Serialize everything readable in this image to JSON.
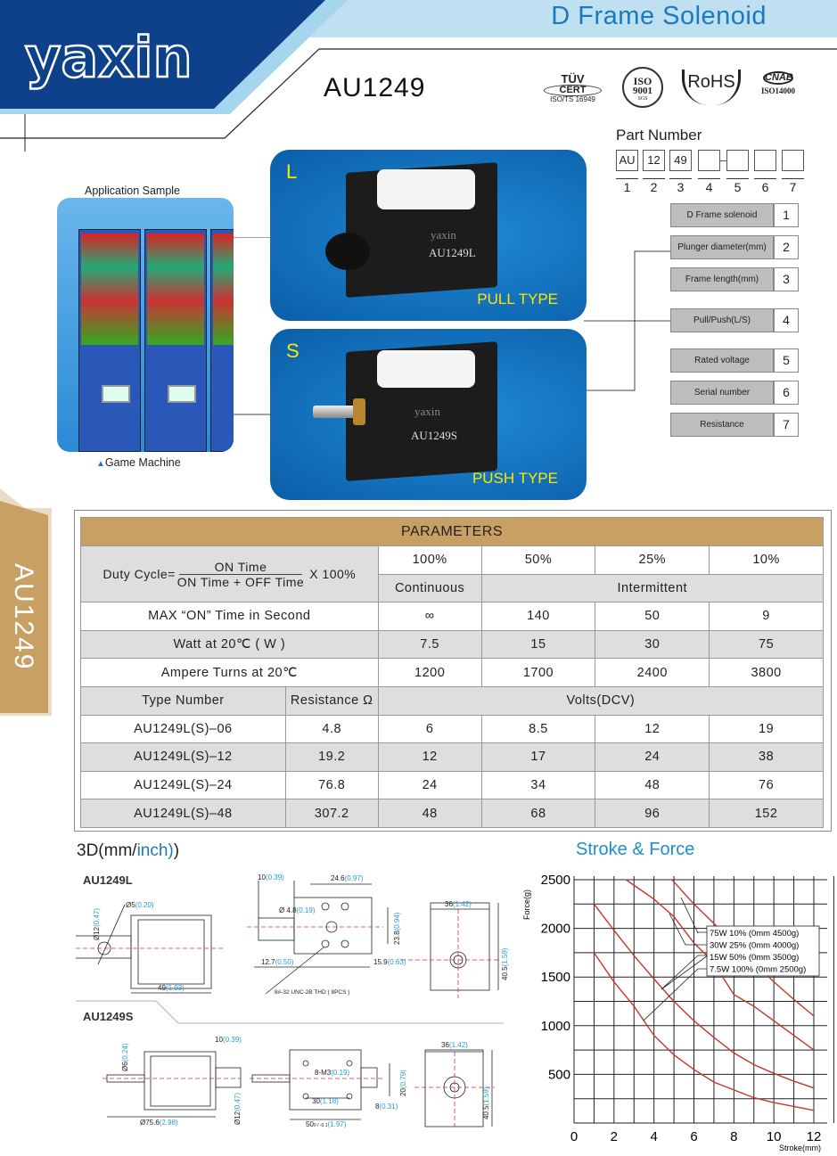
{
  "header": {
    "brand": "yaxin",
    "title": "D Frame Solenoid",
    "model": "AU1249",
    "side_tab": "AU1249",
    "certs": [
      {
        "name": "TÜV",
        "sub": "CERT",
        "caption": "ISO/TS 16949"
      },
      {
        "name": "ISO",
        "sub": "9001",
        "caption": "SGS"
      },
      {
        "name": "RoHS"
      },
      {
        "name": "CNAB",
        "caption": "ISO14000"
      }
    ]
  },
  "part_number": {
    "title": "Part Number",
    "boxes": [
      "AU",
      "12",
      "49",
      "",
      "",
      "",
      ""
    ],
    "positions": [
      "1",
      "2",
      "3",
      "4",
      "5",
      "6",
      "7"
    ],
    "legend": [
      {
        "label": "D Frame solenoid",
        "num": "1"
      },
      {
        "label": "Plunger diameter(mm)",
        "num": "2"
      },
      {
        "label": "Frame length(mm)",
        "num": "3"
      },
      {
        "label": "Pull/Push(L/S)",
        "num": "4"
      },
      {
        "label": "Rated voltage",
        "num": "5"
      },
      {
        "label": "Serial number",
        "num": "6"
      },
      {
        "label": "Resistance",
        "num": "7"
      }
    ]
  },
  "application": {
    "title": "Application Sample",
    "caption": "Game Machine"
  },
  "products": [
    {
      "letter": "L",
      "type": "PULL TYPE",
      "brand": "yaxin",
      "model": "AU1249L"
    },
    {
      "letter": "S",
      "type": "PUSH TYPE",
      "brand": "yaxin",
      "model": "AU1249S"
    }
  ],
  "parameters": {
    "title": "PARAMETERS",
    "duty_label": "Duty Cycle=",
    "duty_num": "ON Time",
    "duty_den": "ON Time + OFF Time",
    "duty_mult": "X 100%",
    "duty_values": [
      "100%",
      "50%",
      "25%",
      "10%"
    ],
    "modes": [
      "Continuous",
      "Intermittent"
    ],
    "rows": [
      {
        "label": "MAX “ON” Time in Second",
        "values": [
          "∞",
          "140",
          "50",
          "9"
        ]
      },
      {
        "label": "Watt at 20℃ ( W )",
        "values": [
          "7.5",
          "15",
          "30",
          "75"
        ]
      },
      {
        "label": "Ampere Turns at 20℃",
        "values": [
          "1200",
          "1700",
          "2400",
          "3800"
        ]
      }
    ],
    "type_header": "Type Number",
    "res_header": "Resistance Ω",
    "volts_header": "Volts(DCV)",
    "types": [
      {
        "type": "AU1249L(S)–06",
        "res": "4.8",
        "volts": [
          "6",
          "8.5",
          "12",
          "19"
        ]
      },
      {
        "type": "AU1249L(S)–12",
        "res": "19.2",
        "volts": [
          "12",
          "17",
          "24",
          "38"
        ]
      },
      {
        "type": "AU1249L(S)–24",
        "res": "76.8",
        "volts": [
          "24",
          "34",
          "48",
          "76"
        ]
      },
      {
        "type": "AU1249L(S)–48",
        "res": "307.2",
        "volts": [
          "48",
          "68",
          "96",
          "152"
        ]
      }
    ]
  },
  "drawings": {
    "title_a": "3D(mm/",
    "title_b": "inch)",
    "l_title": "AU1249L",
    "s_title": "AU1249S",
    "l": {
      "d12": "Ø12",
      "d12i": "(0.47)",
      "d5": "Ø5",
      "d5i": "(0.20)",
      "len": "49",
      "leni": "(1.93)",
      "ten": "10",
      "teni": "(0.39)",
      "w24": "24.6",
      "w24i": "(0.97)",
      "d48": "Ø 4.8",
      "d48i": "(0.19)",
      "h23": "23.8",
      "h23i": "(0.94)",
      "x12": "12.7",
      "x12i": "(0.50)",
      "x15": "15.9",
      "x15i": "(0.63)",
      "thd": "8#-32 UNC-2B  THD  ( 8PCS )",
      "w36": "36",
      "w36i": "(1.42)",
      "h40": "40.5",
      "h40i": "(1.59)"
    },
    "s": {
      "d6": "Ø6",
      "d6i": "(0.24)",
      "ten": "10",
      "teni": "(0.39)",
      "d12": "Ø12",
      "d12i": "(0.47)",
      "d75": "Ø75.6",
      "d75i": "(2.98)",
      "m3": "8-M3",
      "m3i": "(0.19)",
      "h20": "20",
      "h20i": "(0.79)",
      "w30": "30",
      "w30i": "(1.18)",
      "e8": "8",
      "e8i": "(0.31)",
      "w50": "50",
      "w50tol": "0 / -0.1",
      "w50i": "(1.97)",
      "w36": "36",
      "w36i": "(1.42)",
      "h40": "40.5",
      "h40i": "(1.59)"
    }
  },
  "chart_data": {
    "type": "line",
    "title": "Stroke & Force",
    "xlabel": "Stroke(mm)",
    "ylabel": "Force(g)",
    "xlim": [
      0,
      12
    ],
    "ylim": [
      0,
      2500
    ],
    "xticks": [
      0,
      2,
      4,
      6,
      8,
      10,
      12
    ],
    "yticks": [
      500,
      1000,
      1500,
      2000,
      2500
    ],
    "grid": true,
    "legend_position": "top-right",
    "series": [
      {
        "name": "75W 10% (0mm 4500g)",
        "x": [
          4.9,
          6,
          7,
          8,
          9,
          10,
          11,
          12
        ],
        "y": [
          2500,
          2250,
          2050,
          1850,
          1650,
          1450,
          1270,
          1100
        ]
      },
      {
        "name": "30W 25% (0mm 4000g)",
        "x": [
          2.6,
          4,
          5,
          6,
          7,
          7.5,
          8,
          9,
          10,
          11,
          12
        ],
        "y": [
          2500,
          2300,
          2120,
          1850,
          1650,
          1480,
          1320,
          1200,
          1050,
          900,
          750
        ]
      },
      {
        "name": "15W 50% (0mm 3500g)",
        "x": [
          1,
          2,
          3,
          4,
          5,
          6,
          7,
          8,
          9,
          10,
          11,
          12
        ],
        "y": [
          2250,
          1980,
          1720,
          1480,
          1250,
          1050,
          880,
          720,
          600,
          510,
          430,
          360
        ]
      },
      {
        "name": "7.5W 100% (0mm 2500g)",
        "x": [
          1,
          2,
          3,
          3.5,
          4,
          5,
          6,
          7,
          8,
          9,
          10,
          11,
          12
        ],
        "y": [
          1750,
          1450,
          1200,
          1050,
          900,
          700,
          550,
          420,
          340,
          260,
          210,
          170,
          130
        ]
      }
    ],
    "colors": {
      "curve": "#c0392b",
      "grid": "#222"
    }
  }
}
